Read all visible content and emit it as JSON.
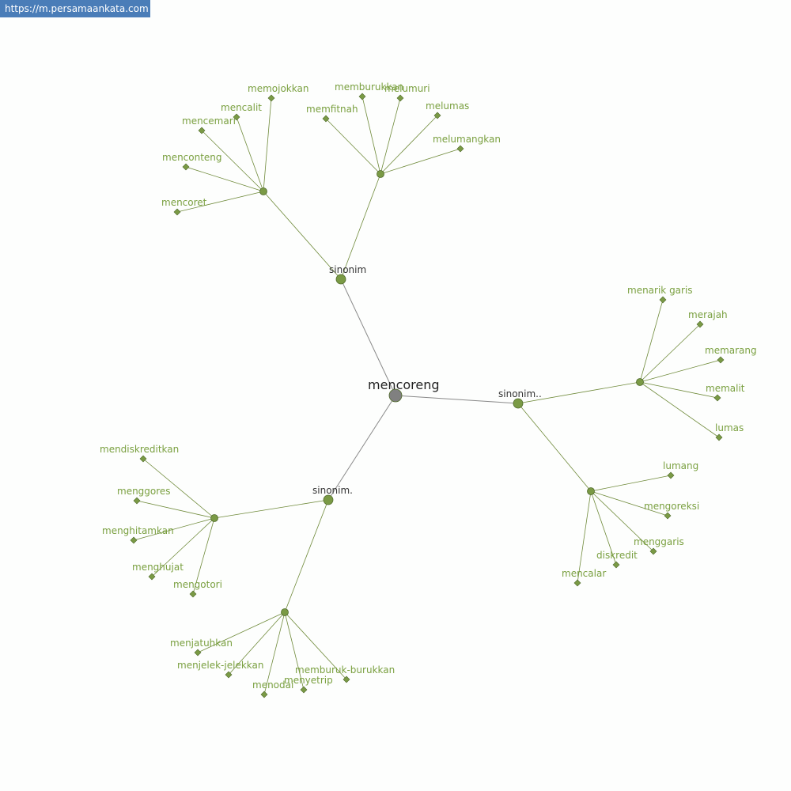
{
  "source": "https://m.persamaankata.com",
  "colors": {
    "root": "#808080",
    "node": "#7a9a45",
    "leaf_text": "#7aa040",
    "edge": "#6f8a3a"
  },
  "graph": {
    "root": "mencoreng",
    "branches": [
      {
        "label": "sinonim",
        "clusters": [
          [
            "memojokkan",
            "mencalit",
            "mencemari",
            "menconteng",
            "mencoret"
          ],
          [
            "memburukkan",
            "melumuri",
            "memfitnah",
            "melumas",
            "melumangkan"
          ]
        ]
      },
      {
        "label": "sinonim..",
        "clusters": [
          [
            "menarik garis",
            "merajah",
            "memarang",
            "memalit",
            "lumas"
          ],
          [
            "lumang",
            "mengoreksi",
            "menggaris",
            "diskredit",
            "mencalar"
          ]
        ]
      },
      {
        "label": "sinonim.",
        "clusters": [
          [
            "mendiskreditkan",
            "menggores",
            "menghitamkan",
            "menghujat",
            "mengotori"
          ],
          [
            "menjatuhkan",
            "menjelek-jelekkan",
            "menodai",
            "menyetrip",
            "memburuk-burukkan"
          ]
        ]
      }
    ]
  }
}
